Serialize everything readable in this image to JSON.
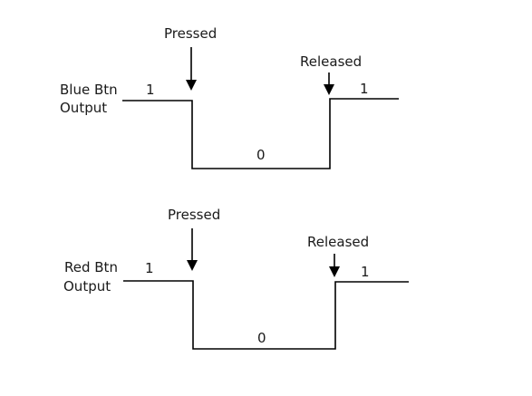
{
  "diagrams": [
    {
      "label_line1": "Blue Btn",
      "label_line2": "Output",
      "high_left": "1",
      "low_value": "0",
      "high_right": "1",
      "pressed_label": "Pressed",
      "released_label": "Released"
    },
    {
      "label_line1": "Red Btn",
      "label_line2": "Output",
      "high_left": "1",
      "low_value": "0",
      "high_right": "1",
      "pressed_label": "Pressed",
      "released_label": "Released"
    }
  ]
}
